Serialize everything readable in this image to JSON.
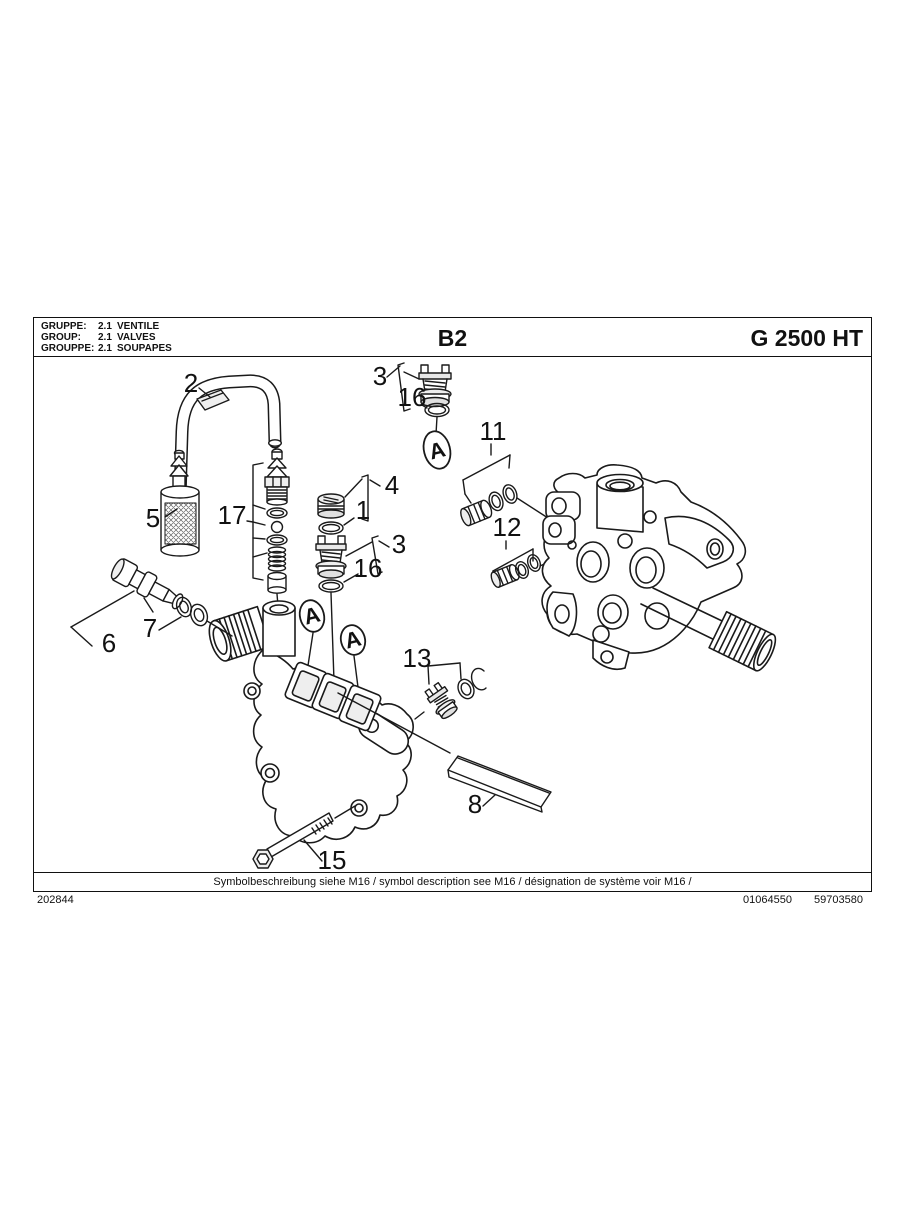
{
  "header": {
    "rows": [
      {
        "label": "GRUPPE:",
        "code": "2.1",
        "name": "VENTILE"
      },
      {
        "label": "GROUP:",
        "code": "2.1",
        "name": "VALVES"
      },
      {
        "label": "GROUPPE:",
        "code": "2.1",
        "name": "SOUPAPES"
      }
    ],
    "sheet_code": "B2",
    "model": "G 2500 HT"
  },
  "footer": {
    "symbol_note": "Symbolbeschreibung siehe M16 / symbol description see M16 / désignation de système voir M16 /",
    "doc_number_left": "202844",
    "doc_number_right_1": "01064550",
    "doc_number_right_2": "59703580"
  },
  "diagram": {
    "description": "Exploded parts view of pump valve group",
    "colors": {
      "line": "#1a1a1a",
      "shade": "#e8e8e8",
      "mesh": "#666666"
    },
    "callouts": [
      {
        "id": "part-2",
        "label": "2"
      },
      {
        "id": "part-3-top",
        "label": "3"
      },
      {
        "id": "part-16-top",
        "label": "16"
      },
      {
        "id": "symbol-a-top",
        "label": "A"
      },
      {
        "id": "part-11",
        "label": "11"
      },
      {
        "id": "part-5",
        "label": "5"
      },
      {
        "id": "part-17",
        "label": "17"
      },
      {
        "id": "part-4",
        "label": "4"
      },
      {
        "id": "part-1",
        "label": "1"
      },
      {
        "id": "part-3-mid",
        "label": "3"
      },
      {
        "id": "part-16-mid",
        "label": "16"
      },
      {
        "id": "part-12",
        "label": "12"
      },
      {
        "id": "part-6",
        "label": "6"
      },
      {
        "id": "part-7",
        "label": "7"
      },
      {
        "id": "symbol-a-left",
        "label": "A"
      },
      {
        "id": "symbol-a-right",
        "label": "A"
      },
      {
        "id": "part-13",
        "label": "13"
      },
      {
        "id": "part-8",
        "label": "8"
      },
      {
        "id": "part-15",
        "label": "15"
      }
    ]
  }
}
